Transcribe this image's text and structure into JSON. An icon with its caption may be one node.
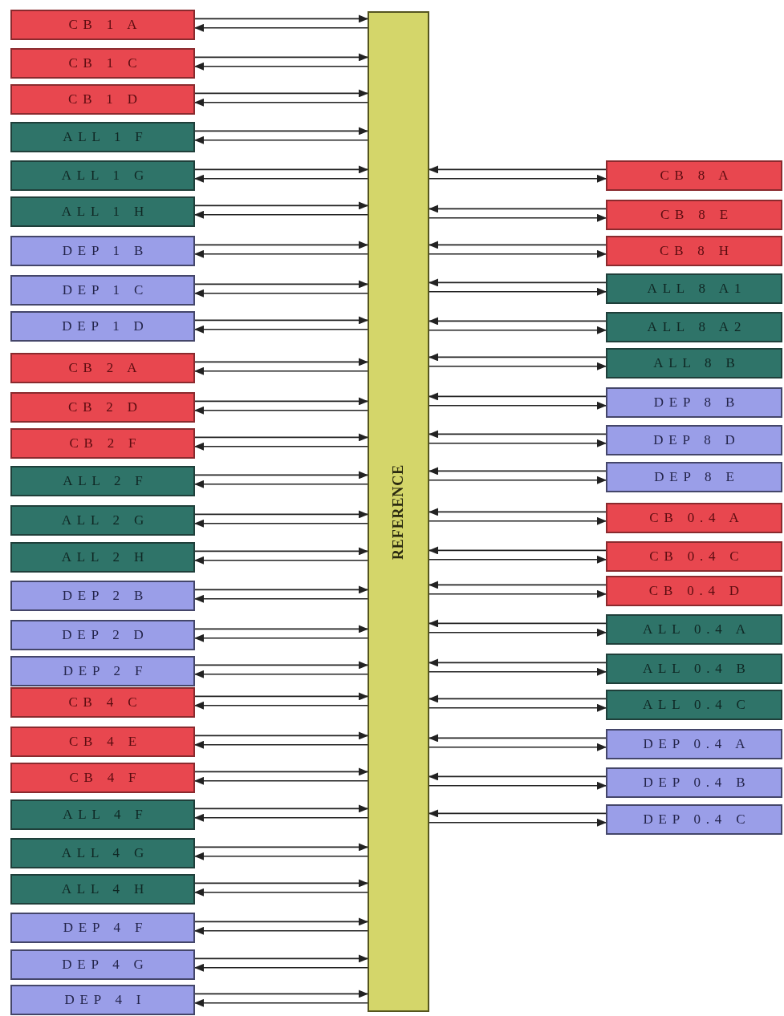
{
  "diagram": {
    "nodes": [
      {
        "text": [
          "CB 1 A"
        ]
      },
      {
        "text": [
          "CB 1 C"
        ]
      },
      {
        "text": [
          "CB 1 D"
        ]
      },
      {
        "text": [
          "ALL 1 F"
        ]
      },
      {
        "text": [
          "ALL 1 G"
        ]
      },
      {
        "text": [
          "ALL 1 H"
        ]
      },
      {
        "text": [
          "DEP 1 B"
        ]
      },
      {
        "text": [
          "DEP 1 C"
        ]
      },
      {
        "text": [
          "DEP 1 D"
        ]
      },
      {
        "text": [
          "CB 2 A"
        ]
      },
      {
        "text": [
          "CB 2 D"
        ]
      },
      {
        "text": [
          "CB 2 F"
        ]
      },
      {
        "text": [
          "ALL 2 F"
        ]
      },
      {
        "text": [
          "ALL 2 G"
        ]
      },
      {
        "text": [
          "ALL 2 H"
        ]
      },
      {
        "text": [
          "DEP 2 B"
        ]
      },
      {
        "text": [
          "DEP 2 D"
        ]
      },
      {
        "text": [
          "DEP 2 F"
        ]
      },
      {
        "text": [
          "CB 4 C"
        ]
      },
      {
        "text": [
          "CB 4 E"
        ]
      },
      {
        "text": [
          "CB 4 F"
        ]
      },
      {
        "text": [
          "ALL 4 F"
        ]
      },
      {
        "text": [
          "ALL 4 G"
        ]
      },
      {
        "text": [
          "ALL 4 H"
        ]
      },
      {
        "text": [
          "DEP 4 F"
        ]
      },
      {
        "text": [
          "DEP 4 G"
        ]
      },
      {
        "text": [
          "DEP 4 I"
        ]
      },
      {
        "text": [
          "REFERENCE"
        ]
      },
      {
        "text": [
          "CB 8 A"
        ]
      },
      {
        "text": [
          "CB 8 E"
        ]
      },
      {
        "text": [
          "CB 8 H"
        ]
      },
      {
        "text": [
          "ALL 8 A1"
        ]
      },
      {
        "text": [
          "ALL 8 A2"
        ]
      },
      {
        "text": [
          "ALL 8 B"
        ]
      },
      {
        "text": [
          "DEP 8 B"
        ]
      },
      {
        "text": [
          "DEP 8 D"
        ]
      },
      {
        "text": [
          "DEP 8 E"
        ]
      },
      {
        "text": [
          "CB 0.4 A"
        ]
      },
      {
        "text": [
          "CB 0.4 C"
        ]
      },
      {
        "text": [
          "CB 0.4 D"
        ]
      },
      {
        "text": [
          "ALL 0.4 A"
        ]
      },
      {
        "text": [
          "ALL 0.4 B"
        ]
      },
      {
        "text": [
          "ALL 0.4 C"
        ]
      },
      {
        "text": [
          "DEP 0.4 A"
        ]
      },
      {
        "text": [
          "DEP 0.4 B"
        ]
      },
      {
        "text": [
          "DEP 0.4 C"
        ]
      }
    ],
    "edges": [
      {
        "from": 0,
        "to": 27,
        "arrow": "to"
      },
      {
        "from": 27,
        "to": 0,
        "arrow": "to"
      },
      {
        "from": 1,
        "to": 27,
        "arrow": "to"
      },
      {
        "from": 27,
        "to": 1,
        "arrow": "to"
      },
      {
        "from": 2,
        "to": 27,
        "arrow": "to"
      },
      {
        "from": 27,
        "to": 2,
        "arrow": "to"
      },
      {
        "from": 3,
        "to": 27,
        "arrow": "to"
      },
      {
        "from": 27,
        "to": 3,
        "arrow": "to"
      },
      {
        "from": 4,
        "to": 27,
        "arrow": "to"
      },
      {
        "from": 27,
        "to": 4,
        "arrow": "to"
      },
      {
        "from": 5,
        "to": 27,
        "arrow": "to"
      },
      {
        "from": 27,
        "to": 5,
        "arrow": "to"
      },
      {
        "from": 6,
        "to": 27,
        "arrow": "to"
      },
      {
        "from": 27,
        "to": 6,
        "arrow": "to"
      },
      {
        "from": 7,
        "to": 27,
        "arrow": "to"
      },
      {
        "from": 27,
        "to": 7,
        "arrow": "to"
      },
      {
        "from": 8,
        "to": 27,
        "arrow": "to"
      },
      {
        "from": 27,
        "to": 8,
        "arrow": "to"
      },
      {
        "from": 9,
        "to": 27,
        "arrow": "to"
      },
      {
        "from": 27,
        "to": 9,
        "arrow": "to"
      },
      {
        "from": 10,
        "to": 27,
        "arrow": "to"
      },
      {
        "from": 27,
        "to": 10,
        "arrow": "to"
      },
      {
        "from": 11,
        "to": 27,
        "arrow": "to"
      },
      {
        "from": 27,
        "to": 11,
        "arrow": "to"
      },
      {
        "from": 12,
        "to": 27,
        "arrow": "to"
      },
      {
        "from": 27,
        "to": 12,
        "arrow": "to"
      },
      {
        "from": 13,
        "to": 27,
        "arrow": "to"
      },
      {
        "from": 27,
        "to": 13,
        "arrow": "to"
      },
      {
        "from": 14,
        "to": 27,
        "arrow": "to"
      },
      {
        "from": 27,
        "to": 14,
        "arrow": "to"
      },
      {
        "from": 15,
        "to": 27,
        "arrow": "to"
      },
      {
        "from": 27,
        "to": 15,
        "arrow": "to"
      },
      {
        "from": 16,
        "to": 27,
        "arrow": "to"
      },
      {
        "from": 27,
        "to": 16,
        "arrow": "to"
      },
      {
        "from": 17,
        "to": 27,
        "arrow": "to"
      },
      {
        "from": 27,
        "to": 17,
        "arrow": "to"
      },
      {
        "from": 18,
        "to": 27,
        "arrow": "to"
      },
      {
        "from": 27,
        "to": 18,
        "arrow": "to"
      },
      {
        "from": 19,
        "to": 27,
        "arrow": "to"
      },
      {
        "from": 27,
        "to": 19,
        "arrow": "to"
      },
      {
        "from": 20,
        "to": 27,
        "arrow": "to"
      },
      {
        "from": 27,
        "to": 20,
        "arrow": "to"
      },
      {
        "from": 21,
        "to": 27,
        "arrow": "to"
      },
      {
        "from": 27,
        "to": 21,
        "arrow": "to"
      },
      {
        "from": 22,
        "to": 27,
        "arrow": "to"
      },
      {
        "from": 27,
        "to": 22,
        "arrow": "to"
      },
      {
        "from": 23,
        "to": 27,
        "arrow": "to"
      },
      {
        "from": 27,
        "to": 23,
        "arrow": "to"
      },
      {
        "from": 24,
        "to": 27,
        "arrow": "to"
      },
      {
        "from": 27,
        "to": 24,
        "arrow": "to"
      },
      {
        "from": 25,
        "to": 27,
        "arrow": "to"
      },
      {
        "from": 27,
        "to": 25,
        "arrow": "to"
      },
      {
        "from": 26,
        "to": 27,
        "arrow": "to"
      },
      {
        "from": 27,
        "to": 26,
        "arrow": "to"
      },
      {
        "from": 28,
        "to": 27,
        "arrow": "to"
      },
      {
        "from": 27,
        "to": 28,
        "arrow": "to"
      },
      {
        "from": 29,
        "to": 27,
        "arrow": "to"
      },
      {
        "from": 27,
        "to": 29,
        "arrow": "to"
      },
      {
        "from": 30,
        "to": 27,
        "arrow": "to"
      },
      {
        "from": 27,
        "to": 30,
        "arrow": "to"
      },
      {
        "from": 31,
        "to": 27,
        "arrow": "to"
      },
      {
        "from": 27,
        "to": 31,
        "arrow": "to"
      },
      {
        "from": 32,
        "to": 27,
        "arrow": "to"
      },
      {
        "from": 27,
        "to": 32,
        "arrow": "to"
      },
      {
        "from": 33,
        "to": 27,
        "arrow": "to"
      },
      {
        "from": 27,
        "to": 33,
        "arrow": "to"
      },
      {
        "from": 34,
        "to": 27,
        "arrow": "to"
      },
      {
        "from": 27,
        "to": 34,
        "arrow": "to"
      },
      {
        "from": 35,
        "to": 27,
        "arrow": "to"
      },
      {
        "from": 27,
        "to": 35,
        "arrow": "to"
      },
      {
        "from": 36,
        "to": 27,
        "arrow": "to"
      },
      {
        "from": 27,
        "to": 36,
        "arrow": "to"
      },
      {
        "from": 37,
        "to": 27,
        "arrow": "to"
      },
      {
        "from": 27,
        "to": 37,
        "arrow": "to"
      },
      {
        "from": 38,
        "to": 27,
        "arrow": "to"
      },
      {
        "from": 27,
        "to": 38,
        "arrow": "to"
      },
      {
        "from": 39,
        "to": 27,
        "arrow": "to"
      },
      {
        "from": 27,
        "to": 39,
        "arrow": "to"
      },
      {
        "from": 40,
        "to": 27,
        "arrow": "to"
      },
      {
        "from": 27,
        "to": 40,
        "arrow": "to"
      },
      {
        "from": 41,
        "to": 27,
        "arrow": "to"
      },
      {
        "from": 27,
        "to": 41,
        "arrow": "to"
      },
      {
        "from": 42,
        "to": 27,
        "arrow": "to"
      },
      {
        "from": 27,
        "to": 42,
        "arrow": "to"
      },
      {
        "from": 43,
        "to": 27,
        "arrow": "to"
      },
      {
        "from": 27,
        "to": 43,
        "arrow": "to"
      },
      {
        "from": 44,
        "to": 27,
        "arrow": "to"
      },
      {
        "from": 27,
        "to": 44,
        "arrow": "to"
      },
      {
        "from": 45,
        "to": 27,
        "arrow": "to"
      },
      {
        "from": 27,
        "to": 45,
        "arrow": "to"
      }
    ]
  }
}
